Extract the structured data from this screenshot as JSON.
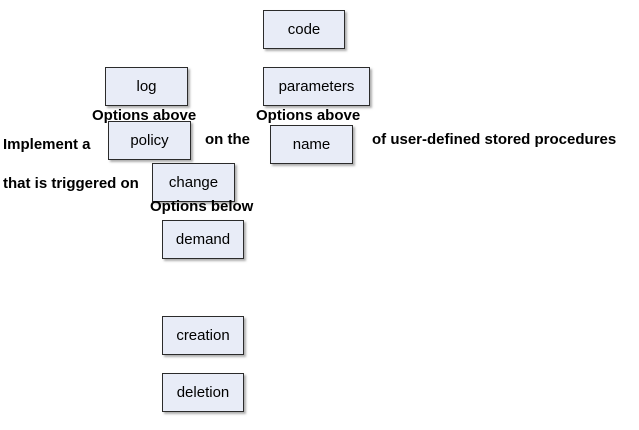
{
  "sentence": {
    "part1": "Implement a",
    "part2": "on the",
    "part3": "of user-defined stored procedures",
    "part4": "that is triggered on"
  },
  "groups": {
    "options_above_1": "Options above",
    "options_above_2": "Options above",
    "options_below": "Options below"
  },
  "options": {
    "code": "code",
    "log": "log",
    "parameters": "parameters",
    "demand": "demand",
    "creation": "creation",
    "deletion": "deletion"
  },
  "slots": {
    "policy": "policy",
    "name": "name",
    "change": "change"
  },
  "colors": {
    "box_fill": "#e8ecf7",
    "box_border": "#2b2b2b"
  }
}
